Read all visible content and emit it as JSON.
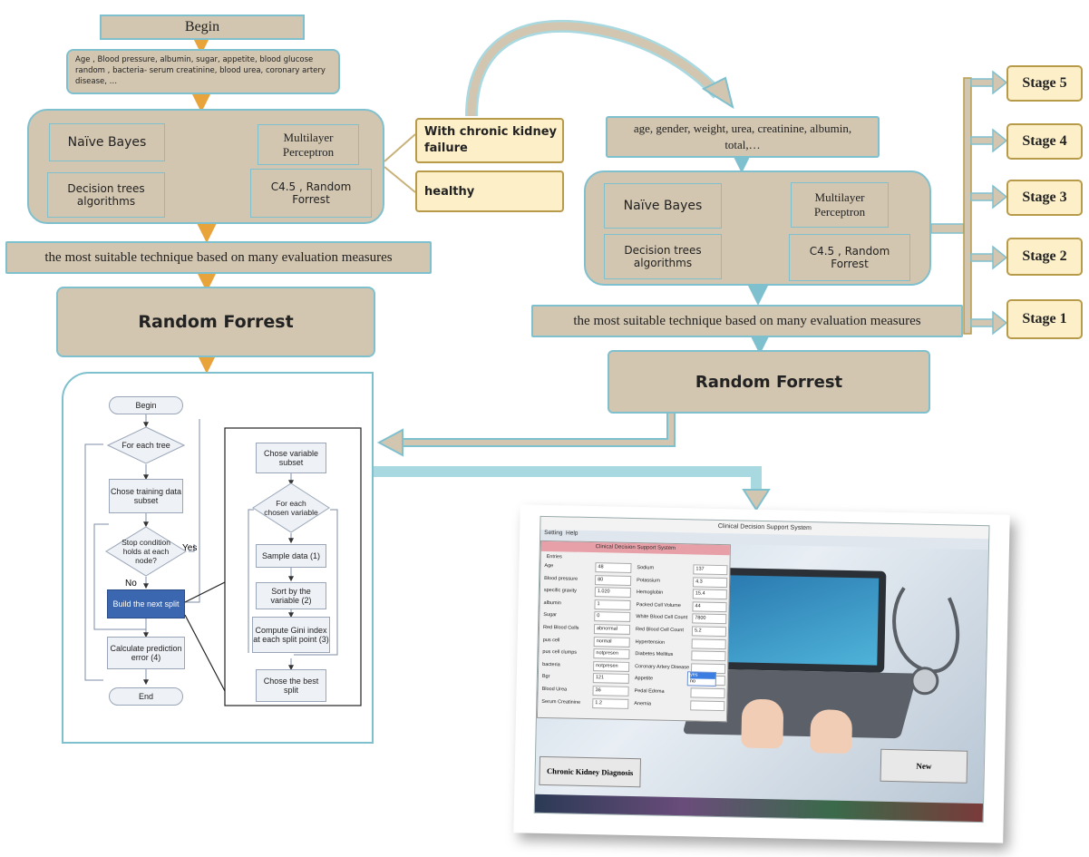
{
  "left_column": {
    "begin": "Begin",
    "attributes": "Age , Blood pressure, albumin, sugar, appetite, blood glucose random , bacteria- serum creatinine, blood urea, coronary artery disease, …",
    "algorithms": {
      "naive_bayes": "Naïve Bayes",
      "multilayer": "Multilayer Perceptron",
      "decision_trees": "Decision trees algorithms",
      "c45": "C4.5 , Random Forrest"
    },
    "suitable": "the most suitable technique based on many evaluation measures",
    "random_forrest": "Random Forrest"
  },
  "outcomes": {
    "ckd": "With chronic kidney failure",
    "healthy": "healthy"
  },
  "right_column": {
    "attributes": "age, gender, weight, urea, creatinine, albumin, total,…",
    "algorithms": {
      "naive_bayes": "Naïve Bayes",
      "multilayer": "Multilayer Perceptron",
      "decision_trees": "Decision trees algorithms",
      "c45": "C4.5 , Random Forrest"
    },
    "suitable": "the most suitable technique based on many evaluation measures",
    "random_forrest": "Random Forrest"
  },
  "stages": [
    "Stage 5",
    "Stage 4",
    "Stage 3",
    "Stage 2",
    "Stage 1"
  ],
  "flowchart": {
    "begin": "Begin",
    "for_each_tree": "For each tree",
    "chose_training": "Chose training data subset",
    "stop_condition": "Stop condition holds at each node?",
    "yes": "Yes",
    "no": "No",
    "build_split": "Build the next split",
    "calc_error": "Calculate prediction error (4)",
    "end": "End",
    "chose_variable": "Chose variable subset",
    "for_each_variable": "For each chosen variable",
    "sample_data": "Sample data (1)",
    "sort_variable": "Sort by the variable (2)",
    "compute_gini": "Compute Gini index at each split point (3)",
    "chose_best": "Chose the best split"
  },
  "screenshot": {
    "outer_title": "Clinical Decision Support System",
    "menu_setting": "Setting",
    "menu_help": "Help",
    "inner_title": "Clinical Decision Support System",
    "group": "Entries",
    "fields_left": [
      {
        "label": "Age",
        "value": "48"
      },
      {
        "label": "Blood pressure",
        "value": "80"
      },
      {
        "label": "specific gravity",
        "value": "1.020"
      },
      {
        "label": "albumin",
        "value": "1"
      },
      {
        "label": "Sugar",
        "value": "0"
      },
      {
        "label": "Red Blood Cells",
        "value": "abnormal"
      },
      {
        "label": "pus cell",
        "value": "normal"
      },
      {
        "label": "pus cell clumps",
        "value": "notpresen"
      },
      {
        "label": "bacteria",
        "value": "notpresen"
      },
      {
        "label": "Bgr",
        "value": "121"
      },
      {
        "label": "Blood Urea",
        "value": "36"
      },
      {
        "label": "Serum Creatinine",
        "value": "1.2"
      }
    ],
    "fields_right": [
      {
        "label": "Sodium",
        "value": "137"
      },
      {
        "label": "Potassium",
        "value": "4.3"
      },
      {
        "label": "Hemoglobin",
        "value": "15.4"
      },
      {
        "label": "Packed Cell Volume",
        "value": "44"
      },
      {
        "label": "White Blood Cell Count",
        "value": "7800"
      },
      {
        "label": "Red Blood Cell Count",
        "value": "5.2"
      },
      {
        "label": "Hypertension",
        "value": ""
      },
      {
        "label": "Diabetes Mellitus",
        "value": ""
      },
      {
        "label": "Coronary Artery Disease",
        "value": ""
      },
      {
        "label": "Appetite",
        "value": ""
      },
      {
        "label": "Pedal Edema",
        "value": ""
      },
      {
        "label": "Anemia",
        "value": ""
      }
    ],
    "dropdown_options": [
      "yes",
      "no"
    ],
    "diagnose_button": "Chronic Kidney Diagnosis",
    "new_button": "New"
  },
  "colors": {
    "tan": "#d3c6b0",
    "border_blue": "#7fc0cf",
    "arrow_orange": "#e8a33a",
    "yellow_fill": "#fdf0c8",
    "yellow_border": "#b89b4a",
    "flow_highlight": "#3b66b0"
  }
}
